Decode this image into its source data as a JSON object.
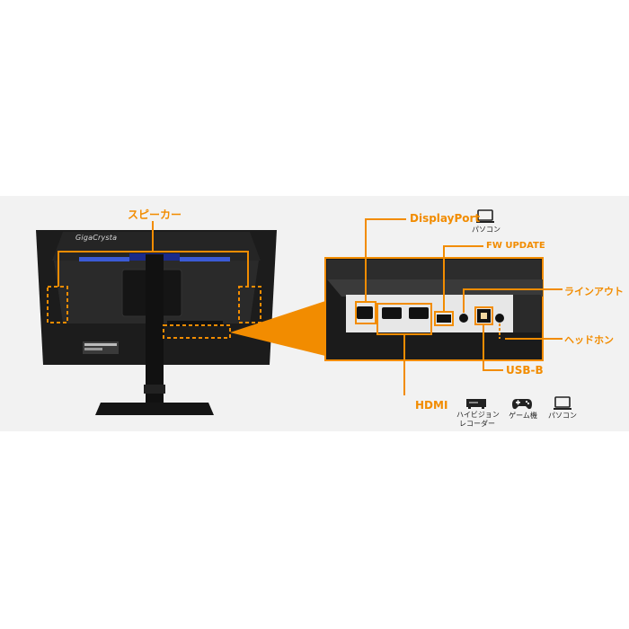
{
  "brand": "GigaCrysta",
  "colors": {
    "accent": "#f28c00",
    "background_band": "#f2f2f2",
    "monitor": "#1c1c1c"
  },
  "labels": {
    "speaker": "スピーカー",
    "displayport": "DisplayPort",
    "fw_update": "FW UPDATE",
    "line_out": "ラインアウト",
    "headphone": "ヘッドホン",
    "usb_b": "USB-B",
    "hdmi": "HDMI"
  },
  "devices": {
    "pc_top": "パソコン",
    "recorder_line1": "ハイビジョン",
    "recorder_line2": "レコーダー",
    "game": "ゲーム機",
    "pc_bottom": "パソコン"
  },
  "icons": [
    "laptop-icon",
    "recorder-icon",
    "gamepad-icon",
    "laptop-icon"
  ]
}
